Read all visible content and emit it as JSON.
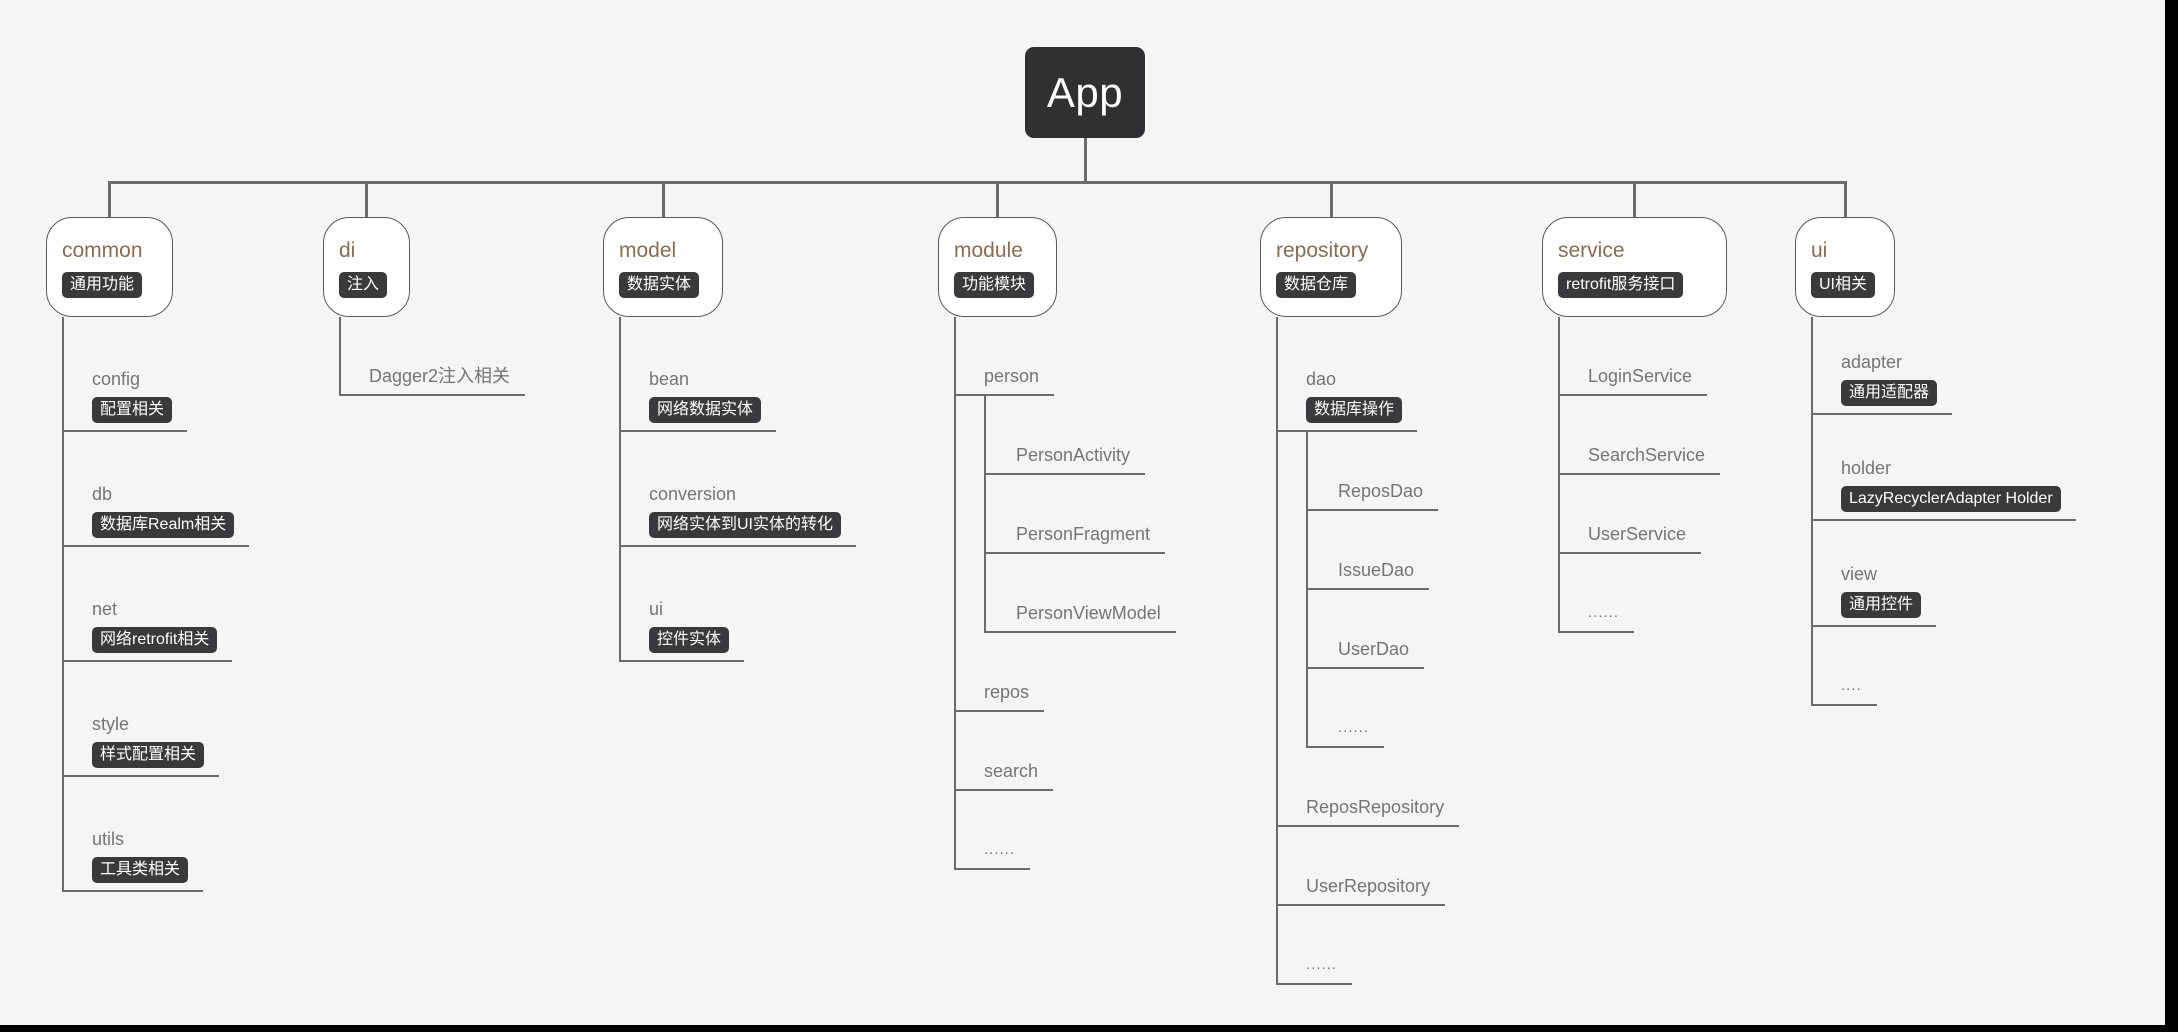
{
  "root": {
    "label": "App"
  },
  "colors": {
    "canvas": "#f5f5f5",
    "line": "#6b6b6b",
    "node_border": "#5a5a5a",
    "title_brown": "#8a6c50",
    "badge_bg": "#3a3a3c",
    "item_text": "#757578",
    "root_bg": "#303033"
  },
  "branches": [
    {
      "id": "common",
      "title": "common",
      "badge": "通用功能",
      "items": [
        {
          "label": "config",
          "badge": "配置相关"
        },
        {
          "label": "db",
          "badge": "数据库Realm相关"
        },
        {
          "label": "net",
          "badge": "网络retrofit相关"
        },
        {
          "label": "style",
          "badge": "样式配置相关"
        },
        {
          "label": "utils",
          "badge": "工具类相关"
        }
      ]
    },
    {
      "id": "di",
      "title": "di",
      "badge": "注入",
      "items": [
        {
          "label": "Dagger2注入相关"
        }
      ]
    },
    {
      "id": "model",
      "title": "model",
      "badge": "数据实体",
      "items": [
        {
          "label": "bean",
          "badge": "网络数据实体"
        },
        {
          "label": "conversion",
          "badge": "网络实体到UI实体的转化"
        },
        {
          "label": "ui",
          "badge": "控件实体"
        }
      ]
    },
    {
      "id": "module",
      "title": "module",
      "badge": "功能模块",
      "items": [
        {
          "label": "person",
          "children": [
            {
              "label": "PersonActivity"
            },
            {
              "label": "PersonFragment"
            },
            {
              "label": "PersonViewModel"
            }
          ]
        },
        {
          "label": "repos"
        },
        {
          "label": "search"
        },
        {
          "label": "......"
        }
      ]
    },
    {
      "id": "repository",
      "title": "repository",
      "badge": "数据仓库",
      "items": [
        {
          "label": "dao",
          "badge": "数据库操作",
          "children": [
            {
              "label": "ReposDao"
            },
            {
              "label": "IssueDao"
            },
            {
              "label": "UserDao"
            },
            {
              "label": "......"
            }
          ]
        },
        {
          "label": "ReposRepository"
        },
        {
          "label": "UserRepository"
        },
        {
          "label": "......"
        }
      ]
    },
    {
      "id": "service",
      "title": "service",
      "badge": "retrofit服务接口",
      "items": [
        {
          "label": "LoginService"
        },
        {
          "label": "SearchService"
        },
        {
          "label": "UserService"
        },
        {
          "label": "......"
        }
      ]
    },
    {
      "id": "ui",
      "title": "ui",
      "badge": "UI相关",
      "items": [
        {
          "label": "adapter",
          "badge": "通用适配器"
        },
        {
          "label": "holder",
          "badge": "LazyRecyclerAdapter Holder"
        },
        {
          "label": "view",
          "badge": "通用控件"
        },
        {
          "label": "...."
        }
      ]
    }
  ]
}
